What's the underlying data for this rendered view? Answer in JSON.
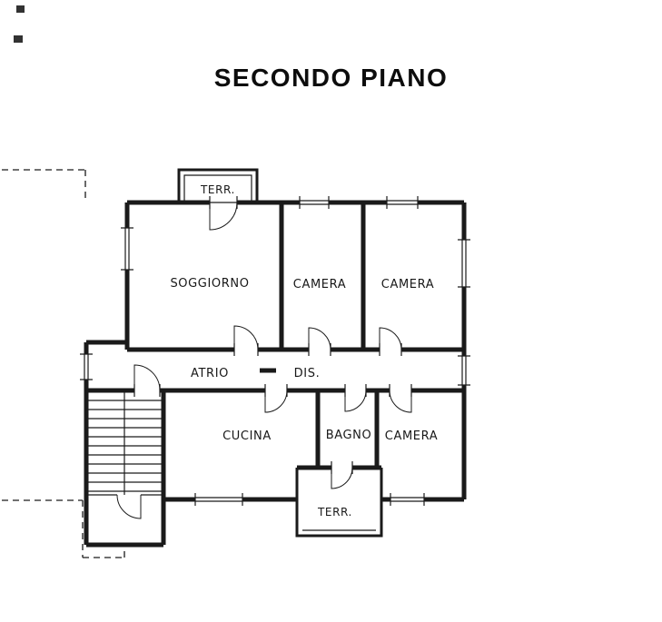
{
  "title": "SECONDO PIANO",
  "plan": {
    "rooms": [
      {
        "id": "terrace-top",
        "label": "TERR."
      },
      {
        "id": "soggiorno",
        "label": "SOGGIORNO"
      },
      {
        "id": "camera-1",
        "label": "CAMERA"
      },
      {
        "id": "camera-2",
        "label": "CAMERA"
      },
      {
        "id": "atrio",
        "label": "ATRIO"
      },
      {
        "id": "disimpegno",
        "label": "DIS."
      },
      {
        "id": "cucina",
        "label": "CUCINA"
      },
      {
        "id": "bagno",
        "label": "BAGNO"
      },
      {
        "id": "camera-3",
        "label": "CAMERA"
      },
      {
        "id": "terrace-bottom",
        "label": "TERR."
      }
    ],
    "colors": {
      "ink": "#1a1a1a",
      "background": "#ffffff"
    }
  }
}
